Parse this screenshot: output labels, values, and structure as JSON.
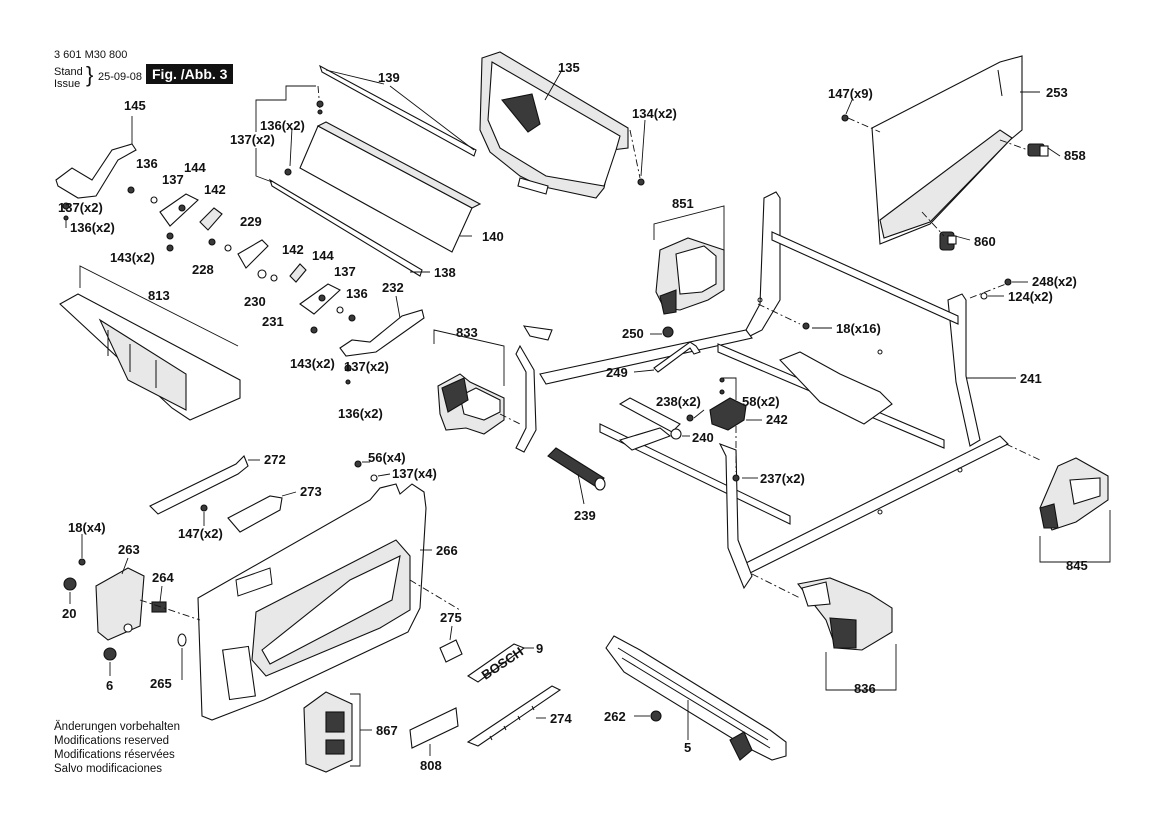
{
  "document": {
    "code": "3 601 M30 800",
    "stand": "Stand",
    "issue": "Issue",
    "brace": "}",
    "date": "25-09-08",
    "figure": "Fig. /Abb. 3"
  },
  "notes": [
    "Änderungen vorbehalten",
    "Modifications reserved",
    "Modifications réservées",
    "Salvo modificaciones"
  ],
  "labels": {
    "l139": "139",
    "l135": "135",
    "l134": "134(x2)",
    "l147a": "147(x9)",
    "l253": "253",
    "l145": "145",
    "l137a": "137(x2)",
    "l136a": "136(x2)",
    "l858": "858",
    "l136b": "136",
    "l144a": "144",
    "l137b": "137",
    "l142a": "142",
    "l137c": "137(x2)",
    "l136c": "136(x2)",
    "l140": "140",
    "l860": "860",
    "l229": "229",
    "l143a": "143(x2)",
    "l228": "228",
    "l138": "138",
    "l142b": "142",
    "l144b": "144",
    "l851": "851",
    "l248": "248(x2)",
    "l813": "813",
    "l137d": "137",
    "l136d": "136",
    "l232": "232",
    "l124": "124(x2)",
    "l230": "230",
    "l231": "231",
    "l833": "833",
    "l250": "250",
    "l18a": "18(x16)",
    "l143b": "143(x2)",
    "l137e": "137(x2)",
    "l249": "249",
    "l241": "241",
    "l136e": "136(x2)",
    "l58": "58(x2)",
    "l238": "238(x2)",
    "l242": "242",
    "l240": "240",
    "l272": "272",
    "l56": "56(x4)",
    "l137f": "137(x4)",
    "l237": "237(x2)",
    "l273": "273",
    "l239": "239",
    "l147b": "147(x2)",
    "l18b": "18(x4)",
    "l263": "263",
    "l266": "266",
    "l845": "845",
    "l264": "264",
    "l20": "20",
    "l275": "275",
    "l9": "9",
    "l6": "6",
    "l265": "265",
    "l836": "836",
    "l867": "867",
    "l274": "274",
    "l262": "262",
    "l5": "5",
    "l808": "808"
  },
  "decals": {
    "brand": "BOSCH"
  }
}
